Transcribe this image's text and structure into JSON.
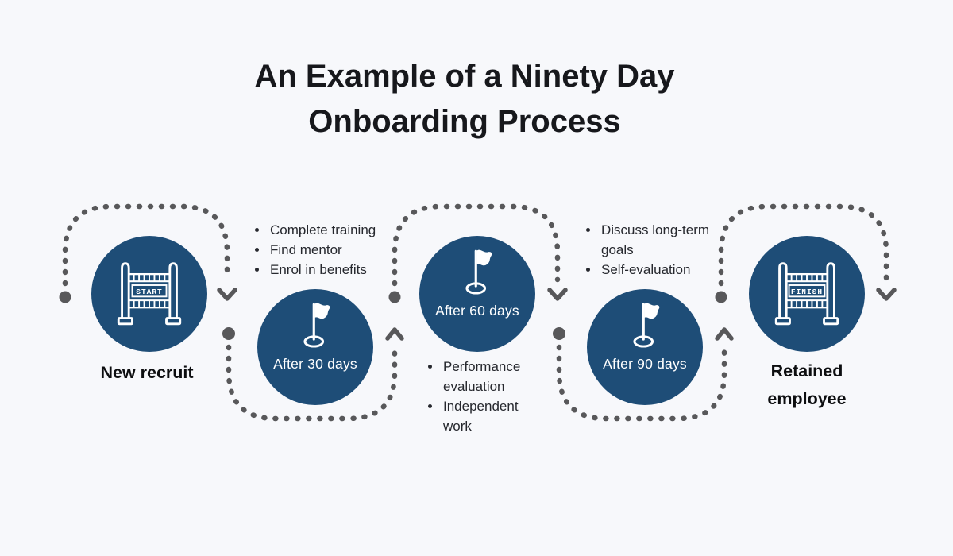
{
  "colors": {
    "background": "#f7f8fb",
    "circle_fill": "#1e4d77",
    "circle_text": "#ffffff",
    "connector": "#58585a",
    "title_ink": "#17181c",
    "body_ink": "#26282e"
  },
  "title": "An Example of a Ninety Day Onboarding Process",
  "steps": [
    {
      "label": "New recruit",
      "icon": "start-banner-icon",
      "icon_text": "START",
      "label_placement": "below"
    },
    {
      "label": "After 30 days",
      "icon": "flag-icon",
      "label_placement": "inside"
    },
    {
      "label": "After 60 days",
      "icon": "flag-icon",
      "label_placement": "inside"
    },
    {
      "label": "After 90 days",
      "icon": "flag-icon",
      "label_placement": "inside"
    },
    {
      "label": "Retained employee",
      "icon": "finish-banner-icon",
      "icon_text": "FINISH",
      "label_placement": "below"
    }
  ],
  "task_lists": [
    {
      "items": [
        "Complete training",
        "Find mentor",
        "Enrol in benefits"
      ]
    },
    {
      "items": [
        "Performance evaluation",
        "Independent work"
      ]
    },
    {
      "items": [
        "Discuss long-term goals",
        "Self-evaluation"
      ]
    }
  ]
}
